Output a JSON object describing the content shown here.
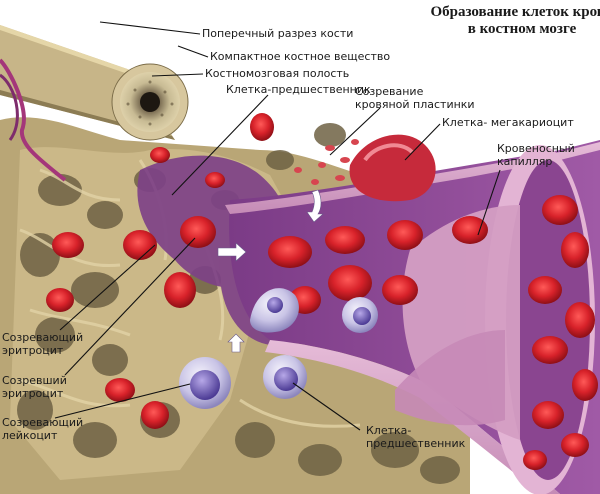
{
  "title": {
    "line1": "Образование клеток крови",
    "line2": "в костном мозге"
  },
  "labels": {
    "cross_section": "Поперечный разрез кости",
    "compact_bone": "Компактное костное вещество",
    "marrow_cavity": "Костномозговая полость",
    "progenitor_top": "Клетка-предшественник",
    "platelet_l1": "Созревание",
    "platelet_l2": "кровяной пластинки",
    "megakaryocyte": "Клетка- мегакариоцит",
    "capillary_l1": "Кровеносный",
    "capillary_l2": "капилляр",
    "maturing_ery_l1": "Созревающий",
    "maturing_ery_l2": "эритроцит",
    "mature_ery_l1": "Созревший",
    "mature_ery_l2": "эритроцит",
    "maturing_leu_l1": "Созревающий",
    "maturing_leu_l2": "лейкоцит",
    "progenitor_bottom_l1": "Клетка-",
    "progenitor_bottom_l2": "предшественник"
  },
  "colors": {
    "bone": "#c9b788",
    "bone_dark": "#8a7a52",
    "marrow_purple": "#7a3f86",
    "vessel_pink": "#d7a3c8",
    "vessel_inner": "#8f4a94",
    "rbc": "#d8222a",
    "rbc_dark": "#9e1117",
    "leukocyte": "#8d86c8"
  }
}
